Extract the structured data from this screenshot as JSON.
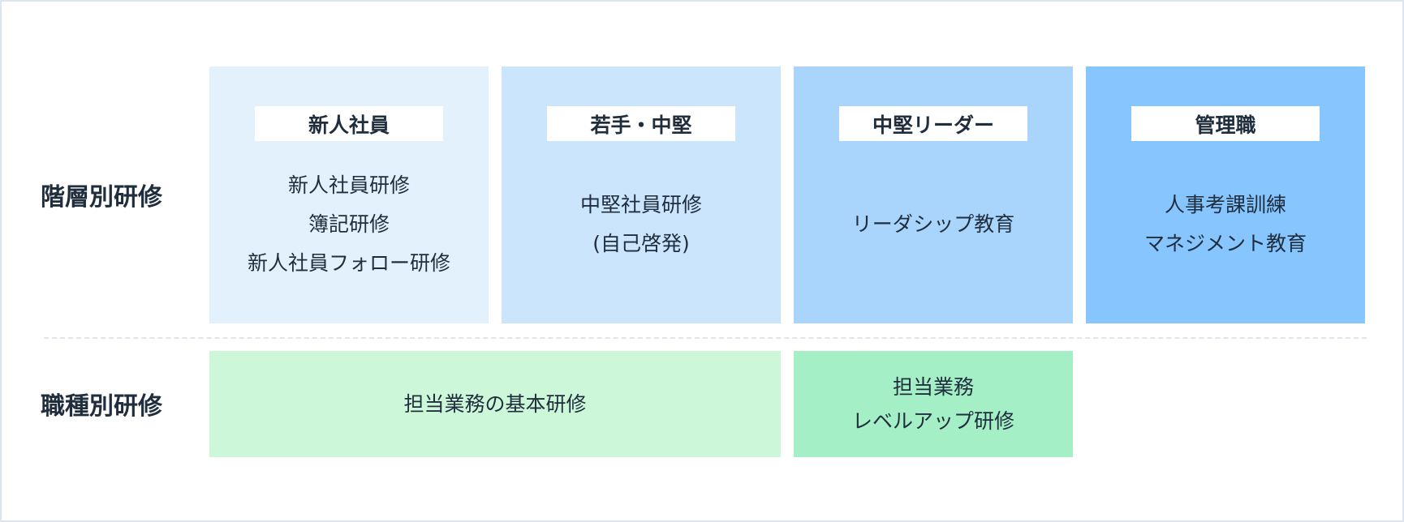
{
  "rows": {
    "tiered": "階層別研修",
    "job_type": "職種別研修"
  },
  "tiers": [
    {
      "title": "新人社員",
      "lines": [
        "新人社員研修",
        "簿記研修",
        "新人社員フォロー研修"
      ],
      "color": "#e3f1fd"
    },
    {
      "title": "若手・中堅",
      "lines": [
        "中堅社員研修",
        "(自己啓発)"
      ],
      "color": "#cae5fc"
    },
    {
      "title": "中堅リーダー",
      "lines": [
        "リーダシップ教育"
      ],
      "color": "#a9d5fc"
    },
    {
      "title": "管理職",
      "lines": [
        "人事考課訓練",
        "マネジメント教育"
      ],
      "color": "#86c5fd"
    }
  ],
  "job_trainings": [
    {
      "lines": [
        "担当業務の基本研修"
      ],
      "color": "#cdf7d9"
    },
    {
      "lines": [
        "担当業務",
        "レベルアップ研修"
      ],
      "color": "#a4efc6"
    }
  ]
}
